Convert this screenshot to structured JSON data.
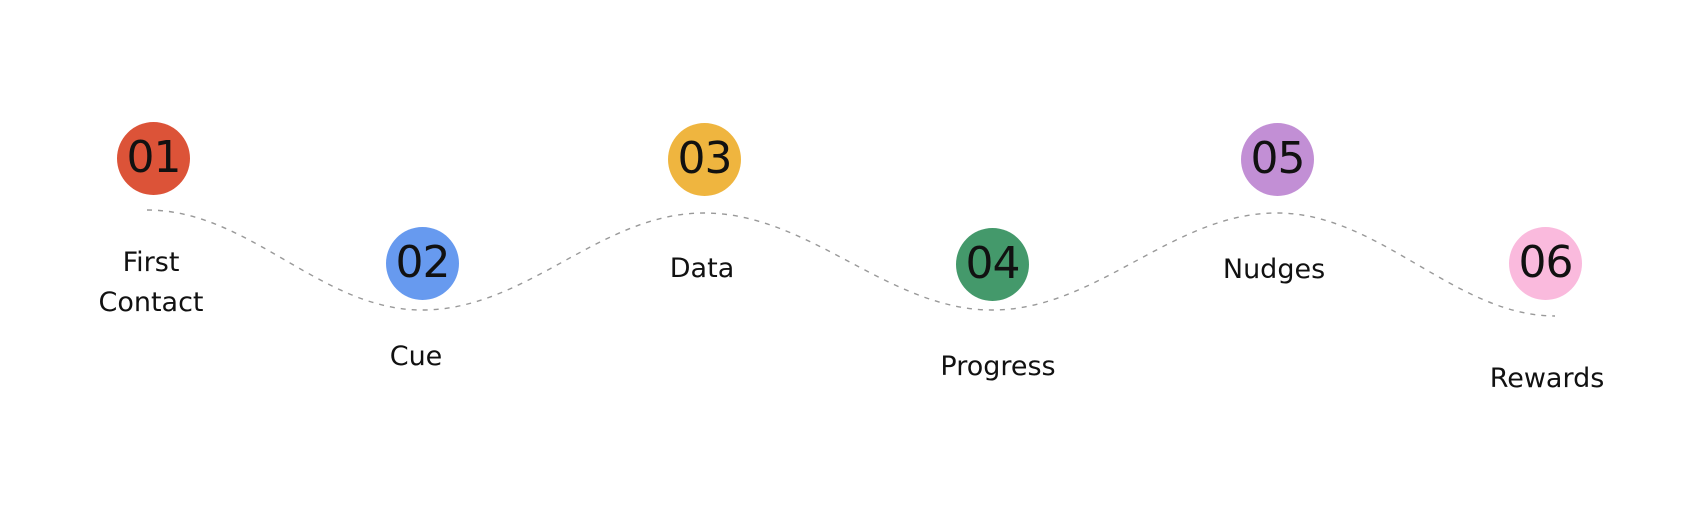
{
  "diagram": {
    "type": "process-timeline",
    "background_color": "#FFFFFF",
    "text_color": "#111111",
    "connector": {
      "style": "dashed-wave",
      "color": "#999999"
    },
    "steps": [
      {
        "number": "01",
        "label": "First Contact",
        "color": "#DC5338"
      },
      {
        "number": "02",
        "label": "Cue",
        "color": "#679AEF"
      },
      {
        "number": "03",
        "label": "Data",
        "color": "#EFB53F"
      },
      {
        "number": "04",
        "label": "Progress",
        "color": "#44996B"
      },
      {
        "number": "05",
        "label": "Nudges",
        "color": "#C28FD5"
      },
      {
        "number": "06",
        "label": "Rewards",
        "color": "#FABADD"
      }
    ]
  }
}
